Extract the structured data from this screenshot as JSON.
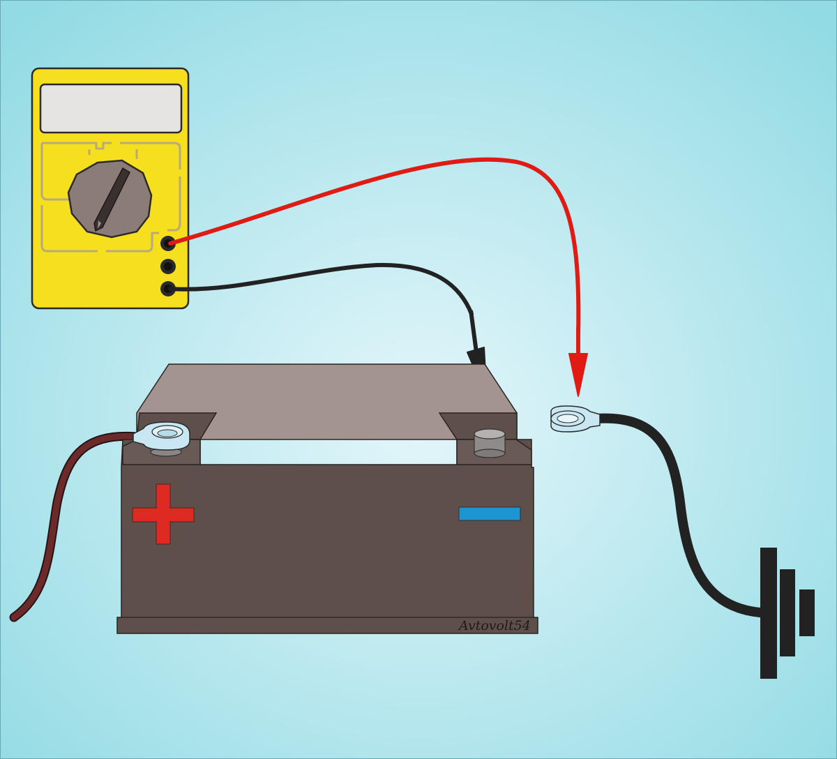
{
  "scene": {
    "description_free": true,
    "colors": {
      "background_center": "#e3f6fa",
      "background_edge": "#93dbe4",
      "multimeter_body": "#f6df1e",
      "multimeter_screen": "#e6e3e3",
      "multimeter_trace": "#b8aa7a",
      "dial": "#8c7c78",
      "dial_pointer": "#3a302e",
      "battery_top": "#a4948f",
      "battery_body": "#5f4f4b",
      "positive_sign": "#de2a22",
      "negative_sign": "#1d95cf",
      "red_lead": "#e01b13",
      "black_lead": "#222222",
      "positive_cable": "#6d2a2a",
      "terminal_ring": "#c8e7f2",
      "ground_symbol": "#222222"
    }
  },
  "battery": {
    "positive_symbol": "+",
    "negative_symbol": "−",
    "signature": "Avtovolt54"
  },
  "multimeter": {
    "display_text": "",
    "ports": [
      "port-top",
      "port-middle",
      "port-bottom"
    ]
  },
  "icons": {
    "ground": "ground-icon",
    "ring_terminal": "ring-terminal-icon",
    "probe_arrow": "arrow-icon"
  }
}
